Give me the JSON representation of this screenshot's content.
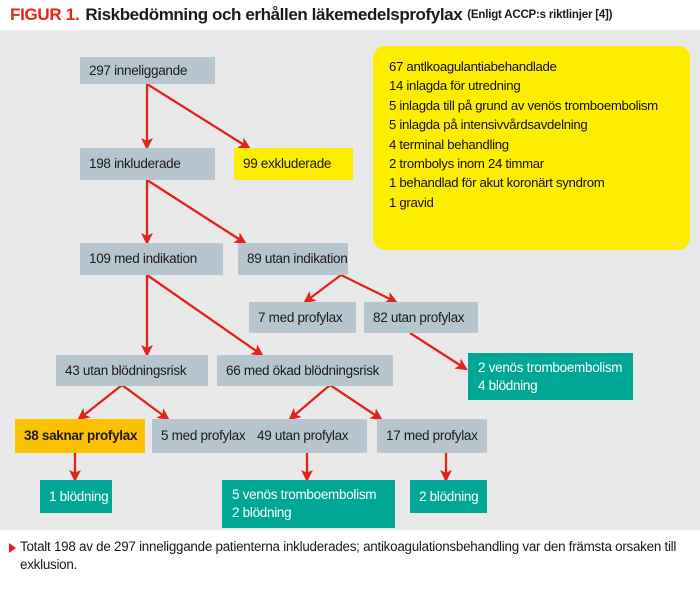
{
  "header": {
    "figure_label": "FIGUR 1.",
    "title": "Riskbedömning och erhållen läkemedelsprofylax",
    "subtitle": "(Enligt ACCP:s riktlinjer [4])",
    "label_color": "#e2231a"
  },
  "palette": {
    "background": "#e9e9e9",
    "grey_node": "#b7c5ce",
    "yellow_node": "#ffed00",
    "amber_node": "#fcc200",
    "teal_node": "#00a794",
    "arrow": "#e2231a"
  },
  "nodes": [
    {
      "id": "n297",
      "label": "297 inneliggande",
      "color": "grey"
    },
    {
      "id": "n198",
      "label": "198 inkluderade",
      "color": "grey"
    },
    {
      "id": "n99",
      "label": "99 exkluderade",
      "color": "yellow"
    },
    {
      "id": "n109",
      "label": "109 med indikation",
      "color": "grey"
    },
    {
      "id": "n89",
      "label": "89 utan indikation",
      "color": "grey"
    },
    {
      "id": "n7med",
      "label": "7 med profylax",
      "color": "grey"
    },
    {
      "id": "n82utan",
      "label": "82 utan profylax",
      "color": "grey"
    },
    {
      "id": "n43",
      "label": "43 utan blödningsrisk",
      "color": "grey"
    },
    {
      "id": "n66",
      "label": "66 med ökad blödningsrisk",
      "color": "grey"
    },
    {
      "id": "n38",
      "label": "38 saknar profylax",
      "color": "amber"
    },
    {
      "id": "n5med",
      "label": "5 med profylax",
      "color": "grey"
    },
    {
      "id": "n49",
      "label": "49 utan profylax",
      "color": "grey"
    },
    {
      "id": "n17",
      "label": "17 med profylax",
      "color": "grey"
    }
  ],
  "outcome_nodes": [
    {
      "id": "o_vte82",
      "line1": "2 venös tromboembolism",
      "line2": "4 blödning",
      "color": "teal"
    },
    {
      "id": "o_b38",
      "line1": "1 blödning",
      "line2": "",
      "color": "teal"
    },
    {
      "id": "o_vte49",
      "line1": "5 venös tromboembolism",
      "line2": "2 blödning",
      "color": "teal"
    },
    {
      "id": "o_b17",
      "line1": "2 blödning",
      "line2": "",
      "color": "teal"
    }
  ],
  "exclusion_panel": {
    "lines": [
      "67 antlkoagulantiabehandlade",
      "14 inlagda för utredning",
      "5 inlagda till på grund av venös tromboembolism",
      "5 inlagda på intensivvårdsavdelning",
      "4 terminal behandling",
      "2 trombolys inom 24 timmar",
      "1 behandlad för akut koronärt syndrom",
      "1 gravid"
    ]
  },
  "footer": {
    "text": "Totalt 198 av de 297 inneliggande patienterna inkluderades; antikoagulationsbehandling var den främsta orsaken till exklusion."
  }
}
